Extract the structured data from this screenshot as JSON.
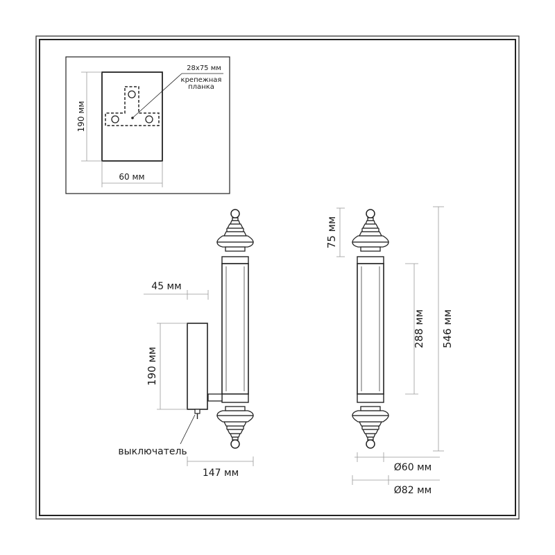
{
  "mount_detail": {
    "plate_size": "28x75 мм",
    "plate_label_line1": "крепежная",
    "plate_label_line2": "планка",
    "height": "190 мм",
    "width": "60 мм"
  },
  "side_view": {
    "projection": "45 мм",
    "base_height": "190 мм",
    "switch_label": "выключатель",
    "depth": "147 мм"
  },
  "front_view": {
    "top_height": "75 мм",
    "tube_length": "288 мм",
    "total_height": "546 мм",
    "tube_diameter": "Ø60 мм",
    "max_diameter": "Ø82 мм"
  }
}
